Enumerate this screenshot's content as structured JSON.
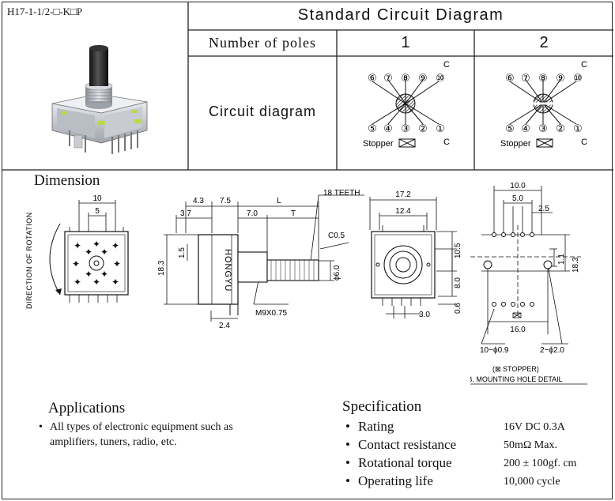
{
  "header": {
    "part_code": "H17-1-1/2-□-K□P",
    "table_title": "Standard Circuit Diagram",
    "row_poles_label": "Number of poles",
    "row_circuit_label": "Circuit diagram",
    "poles": [
      "1",
      "2"
    ]
  },
  "circuit": {
    "top_terminals": [
      "⑥",
      "⑦",
      "⑧",
      "⑨",
      "⑩"
    ],
    "bottom_terminals": [
      "⑤",
      "④",
      "③",
      "②",
      "①"
    ],
    "common_label": "C",
    "stopper_label": "Stopper"
  },
  "dimension": {
    "title": "Dimension",
    "rotation_label": "DIRECTION OF ROTATION",
    "front": {
      "d10": "10",
      "d5": "5"
    },
    "side": {
      "d4_3": "4.3",
      "d7_5": "7.5",
      "L": "L",
      "teeth": "18 TEETH",
      "d3_7": "3.7",
      "d7_0": "7.0",
      "T": "T",
      "c0_5": "C0.5",
      "d1_5": "1.5",
      "d18_3": "18.3",
      "phi6": "ϕ6.0",
      "thread": "M9X0.75",
      "d2_4": "2.4",
      "brand": "HONGYU"
    },
    "rear": {
      "d17_2": "17.2",
      "d12_4": "12.4",
      "d10_5": "10.5",
      "d8_0": "8.0",
      "d0_6": "0.6",
      "d3_0": "3.0"
    },
    "pcb": {
      "d10_0": "10.0",
      "d5_0": "5.0",
      "d2_5": "2.5",
      "d1_1": "1.1",
      "d18_3": "18.3",
      "d16_0": "16.0",
      "holes_small": "10−ϕ0.9",
      "holes_large": "2−ϕ2.0",
      "stopper_note": "(⊠ STOPPER)",
      "caption": "P.C.B. MOUNTING HOLE DETAIL"
    }
  },
  "applications": {
    "title": "Applications",
    "items": [
      "All types of electronic equipment such as amplifiers, tuners, radio, etc."
    ]
  },
  "specification": {
    "title": "Specification",
    "rows": [
      {
        "label": "Rating",
        "value": "16V DC 0.3A"
      },
      {
        "label": "Contact resistance",
        "value": "50mΩ Max."
      },
      {
        "label": "Rotational torque",
        "value": "200 ± 100gf. cm"
      },
      {
        "label": "Operating life",
        "value": "10,000 cycle"
      }
    ]
  }
}
